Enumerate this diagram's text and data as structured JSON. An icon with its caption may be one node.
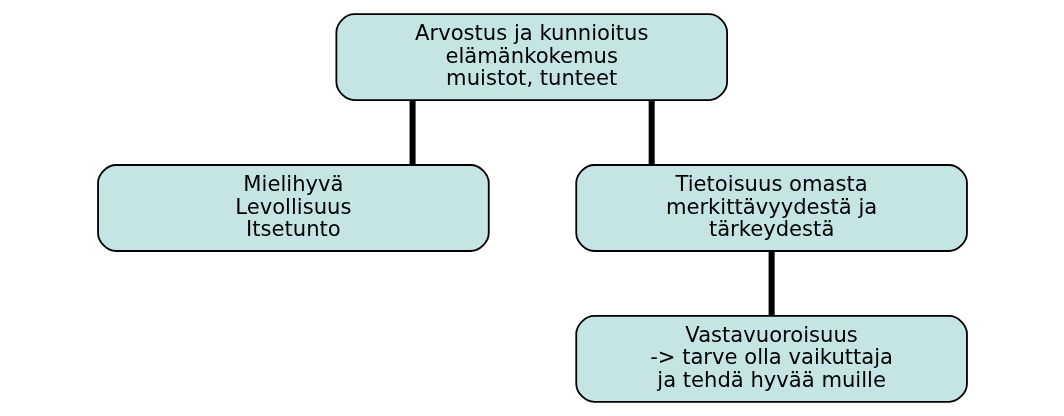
{
  "diagram": {
    "nodes": [
      {
        "text": [
          "Arvostus ja kunnioitus",
          "elämänkokemus",
          "muistot, tunteet"
        ]
      },
      {
        "text": [
          "Mielihyvä",
          "Levollisuus",
          "Itsetunto"
        ]
      },
      {
        "text": [
          "Tietoisuus omasta merkittävyydestä ja tärkeydestä"
        ]
      },
      {
        "text": [
          "Vastavuoroisuus",
          "-> tarve olla vaikuttaja ja tehdä hyvää muille"
        ]
      }
    ],
    "edges": [
      {
        "from": 0,
        "to": 1,
        "arrow": "none"
      },
      {
        "from": 0,
        "to": 2,
        "arrow": "none"
      },
      {
        "from": 2,
        "to": 3,
        "arrow": "none"
      }
    ]
  }
}
